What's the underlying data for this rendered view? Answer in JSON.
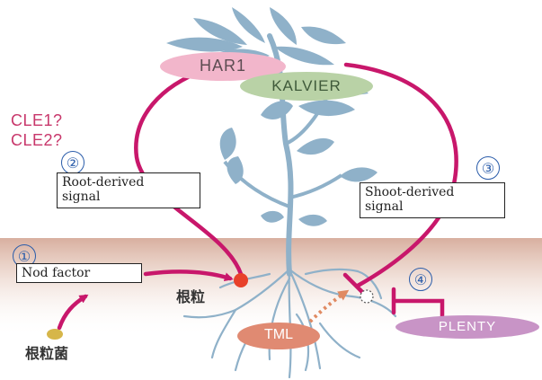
{
  "diagram": {
    "nodes": {
      "har1": "HAR1",
      "kalvier": "KALVIER",
      "tml": "TML",
      "plenty": "PLENTY"
    },
    "cle_labels": [
      "CLE1?",
      "CLE2?"
    ],
    "steps": [
      "①",
      "②",
      "③",
      "④"
    ],
    "boxes": {
      "nod_factor": "Nod factor",
      "root_signal": "Root-derived\nsignal",
      "shoot_signal": "Shoot-derived\nsignal"
    },
    "japanese": {
      "nodule": "根粒",
      "rhizobia": "根粒菌"
    },
    "colors": {
      "leaf": "#8fb1c9",
      "magenta": "#c8176b",
      "har1_fill": "#f2b6cb",
      "kalvier_fill": "#b9d2a6",
      "tml_fill": "#e08a72",
      "plenty_fill": "#c894c6",
      "soil_top": "#dcb7a8",
      "nodule_red": "#e8412a",
      "rhizobia_dot": "#d6b64a",
      "step_blue": "#2a5caa"
    }
  }
}
